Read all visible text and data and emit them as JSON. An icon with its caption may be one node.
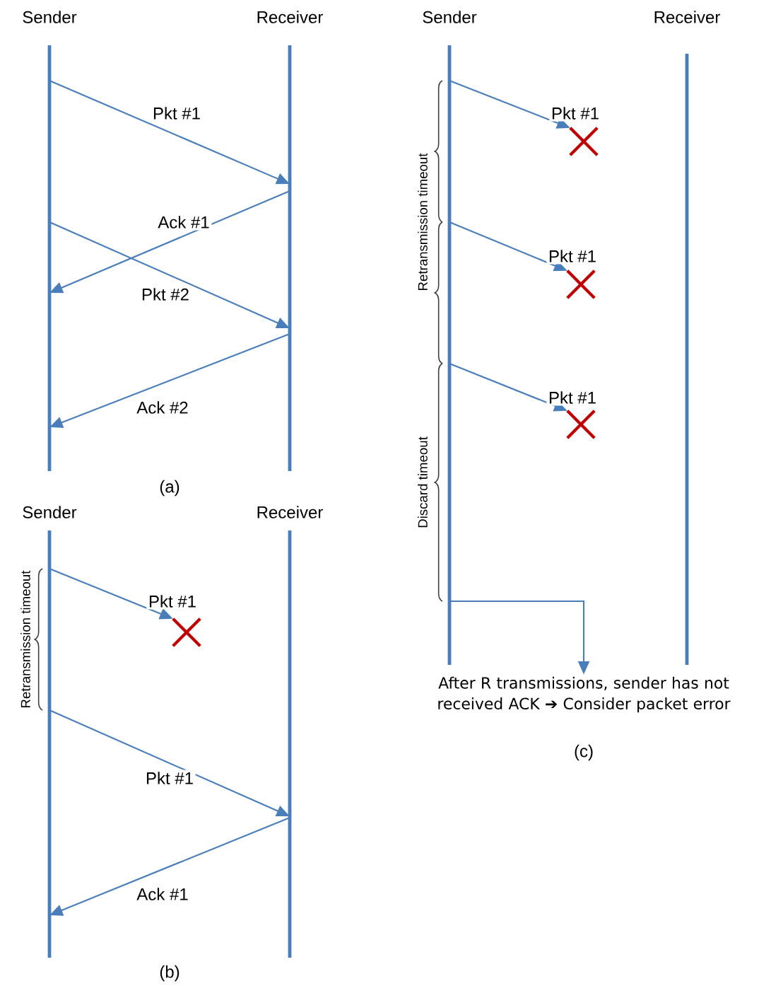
{
  "diagram": {
    "nodes": [
      {
        "text": [
          "Sender"
        ]
      },
      {
        "text": [
          "Receiver"
        ]
      },
      {
        "text": [
          "Sender"
        ]
      },
      {
        "text": [
          "Receiver"
        ]
      },
      {
        "text": [],
        "shape": "cross"
      },
      {
        "text": [
          "Sender"
        ]
      },
      {
        "text": [
          "Receiver"
        ]
      },
      {
        "text": [],
        "shape": "cross"
      },
      {
        "text": [],
        "shape": "cross"
      },
      {
        "text": [],
        "shape": "cross"
      },
      {
        "text": [
          "After R transmissions, sender has not received ACK ➔ Consider packet error"
        ]
      }
    ],
    "edges": [
      {
        "from": 0,
        "to": 1,
        "arrow": "to",
        "label": "Pkt #1"
      },
      {
        "from": 1,
        "to": 0,
        "arrow": "to",
        "label": "Ack #1"
      },
      {
        "from": 0,
        "to": 1,
        "arrow": "to",
        "label": "Pkt #2"
      },
      {
        "from": 1,
        "to": 0,
        "arrow": "to",
        "label": "Ack #2"
      },
      {
        "from": 2,
        "to": 4,
        "arrow": "to",
        "label": "Pkt #1"
      },
      {
        "from": 2,
        "to": 3,
        "arrow": "to",
        "label": "Pkt #1"
      },
      {
        "from": 3,
        "to": 2,
        "arrow": "to",
        "label": "Ack #1"
      },
      {
        "from": 5,
        "to": 7,
        "arrow": "to",
        "label": "Pkt #1"
      },
      {
        "from": 5,
        "to": 8,
        "arrow": "to",
        "label": "Pkt #1"
      },
      {
        "from": 5,
        "to": 9,
        "arrow": "to",
        "label": "Pkt #1"
      },
      {
        "from": 5,
        "to": 10,
        "arrow": "to"
      }
    ],
    "labels": [
      "(a)",
      "Retransmission timeout",
      "(b)",
      "Retransmission timeout",
      "Discard timeout",
      "(c)"
    ]
  }
}
